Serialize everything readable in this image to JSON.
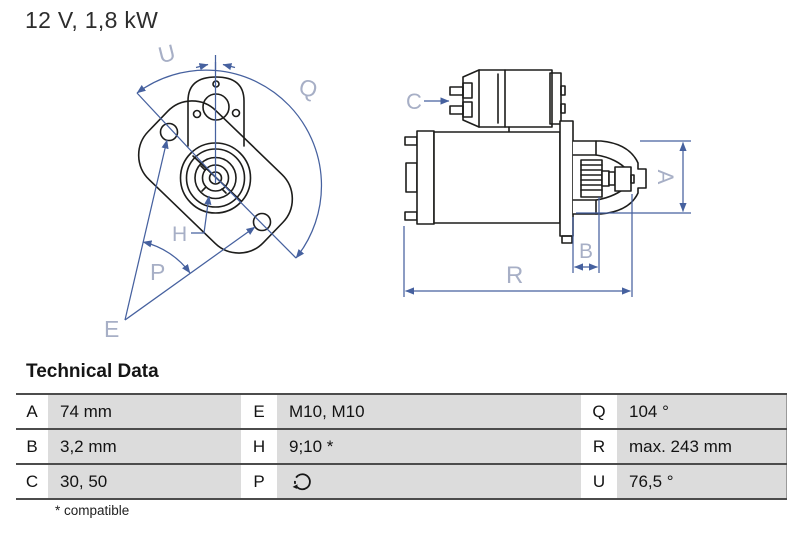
{
  "page": {
    "title": "12 V, 1,8 kW"
  },
  "diagram": {
    "description": "starter-motor-technical-drawing-front-and-side-view",
    "labels": {
      "U": "U",
      "Q": "Q",
      "H": "H",
      "P": "P",
      "E": "E",
      "C": "C",
      "A": "A",
      "B": "B",
      "R": "R"
    },
    "colors": {
      "outline": "#1d1d1b",
      "dimension_line": "#46619f",
      "dimension_label": "#a7afc6"
    }
  },
  "technical_data": {
    "heading": "Technical Data",
    "rows": [
      {
        "cells": [
          {
            "key": "A",
            "value": "74 mm"
          },
          {
            "key": "E",
            "value": "M10, M10"
          },
          {
            "key": "Q",
            "value": "104 °"
          }
        ]
      },
      {
        "cells": [
          {
            "key": "B",
            "value": "3,2 mm"
          },
          {
            "key": "H",
            "value": "9;10 *"
          },
          {
            "key": "R",
            "value": "max. 243 mm"
          }
        ]
      },
      {
        "cells": [
          {
            "key": "C",
            "value": "30, 50"
          },
          {
            "key": "P",
            "value": "",
            "icon": "rotation-direction-counterclockwise-icon"
          },
          {
            "key": "U",
            "value": "76,5 °"
          }
        ]
      }
    ],
    "footnote": "* compatible",
    "colors": {
      "cell_bg": "#dcdcdc",
      "line": "#4c4c4c"
    }
  }
}
